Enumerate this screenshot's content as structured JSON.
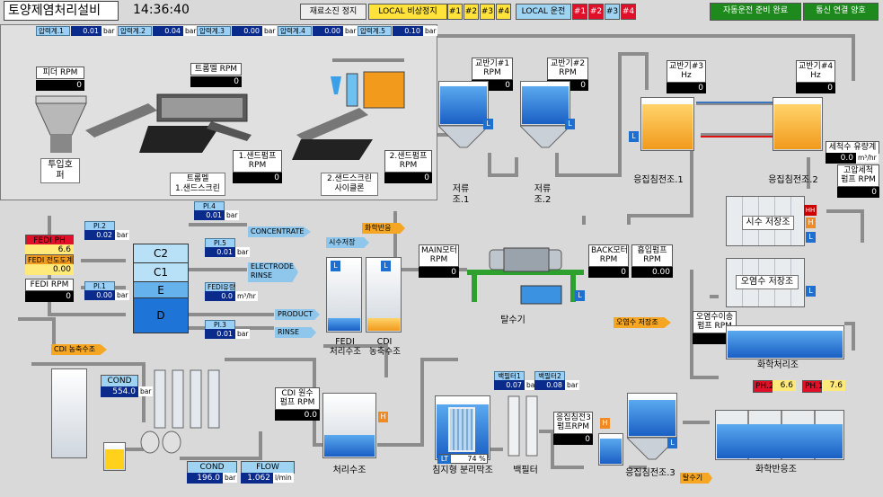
{
  "header": {
    "title": "토양제염처리설비",
    "time": "14:36:40",
    "material_stop": "재료소진 정지",
    "local_emergency": "LOCAL 비상정지",
    "emergency_nums": [
      "#1",
      "#2",
      "#3",
      "#4"
    ],
    "local_run": "LOCAL 운전",
    "run_nums": [
      "#1",
      "#2",
      "#3",
      "#4"
    ],
    "auto_ready": "자동운전 준비 완료",
    "comm_ok": "통신 연결 양호"
  },
  "pressures": [
    {
      "label": "압력계.1",
      "value": "0.01",
      "unit": "bar"
    },
    {
      "label": "압력계.2",
      "value": "0.04",
      "unit": "bar"
    },
    {
      "label": "압력계.3",
      "value": "0.00",
      "unit": "bar"
    },
    {
      "label": "압력계.4",
      "value": "0.00",
      "unit": "bar"
    },
    {
      "label": "압력계.5",
      "value": "0.10",
      "unit": "bar"
    }
  ],
  "feed": {
    "feeder_rpm_label": "피더 RPM",
    "feeder_rpm": "0",
    "trommel_rpm_label": "트롬멜 RPM",
    "trommel_rpm": "0",
    "hopper": "투입호퍼",
    "trommel_screen": "트롬멜\n1.샌드스크린",
    "sandpump1_label": "1.샌드펌프\nRPM",
    "sandpump1": "0",
    "sandpump2_label": "2.샌드펌프\nRPM",
    "sandpump2": "0",
    "cyclone": "2.샌드스크린\n사이클론"
  },
  "storage": {
    "agitator1_label": "교반기#1\nRPM",
    "agitator1": "0",
    "agitator2_label": "교반기#2\nRPM",
    "agitator2": "0",
    "tank1": "저류조.1",
    "tank2": "저류조.2",
    "agitator3_label": "교반기#3\nHz",
    "agitator3": "0",
    "agitator4_label": "교반기#4\nHz",
    "agitator4": "0",
    "coag1": "응집침전조.1",
    "coag2": "응집침전조.2"
  },
  "right": {
    "wash_flow_label": "세척수 유량계",
    "wash_flow": "0.0",
    "wash_flow_unit": "m³/hr",
    "hp_pump_label": "고압세척\n펌프 RPM",
    "hp_pump": "0",
    "clean_storage": "시수 저장조",
    "dirty_storage": "오염수 저장조",
    "dirty_pump_label": "오염수이송\n펌프 RPM",
    "dirty_pump": "0",
    "chem_tank": "화학처리조"
  },
  "fedi": {
    "ph_label": "FEDI PH",
    "ph": "6.6",
    "cond_label": "FEDI 전도도계",
    "cond": "0.00",
    "rpm_label": "FEDI RPM",
    "rpm": "0",
    "pi2_label": "PI.2",
    "pi2": "0.02",
    "pi2_unit": "bar",
    "pi1_label": "PI.1",
    "pi1": "0.00",
    "pi1_unit": "bar",
    "pi4_label": "PI.4",
    "pi4": "0.01",
    "pi4_unit": "bar",
    "pi5_label": "PI.5",
    "pi5": "0.01",
    "pi5_unit": "bar",
    "pi3_label": "PI.3",
    "pi3": "0.01",
    "pi3_unit": "bar",
    "flow_label": "FEDI유량",
    "flow": "0.0",
    "flow_unit": "m³/hr",
    "stack": [
      "C2",
      "C1",
      "E",
      "D"
    ],
    "concentrate": "CONCENTRATE",
    "electrode_rinse": "ELECTRODE\nRINSE",
    "product": "PRODUCT",
    "rinse": "RINSE",
    "conc_tank_label": "CDI 농축수조",
    "cond_meter_label": "COND",
    "cond_meter": "554.0",
    "cond_meter_unit": "bar"
  },
  "middle": {
    "chem_tank": "화학반응조",
    "fresh_storage": "시수저장조",
    "fedi_tank": "FEDI\n처리수조",
    "cdi_tank": "CDI\n농축수조",
    "main_motor_label": "MAIN모터\nRPM",
    "main_motor": "0",
    "back_motor_label": "BACK모터\nRPM",
    "back_motor": "0",
    "suction_label": "흡입펌프\nRPM",
    "suction": "0.00",
    "dewater": "탈수기",
    "dirty_storage_tag": "오염수 저장조",
    "cdi_pump_label": "CDI 원수\n펌프 RPM",
    "cdi_pump": "0.0",
    "treat_tank": "처리수조",
    "cond2_label": "COND",
    "cond2": "196.0",
    "cond2_unit": "bar",
    "flow2_label": "FLOW",
    "flow2": "1.062",
    "flow2_unit": "l/min",
    "membrane": "침지형 분리막조",
    "lt_label": "LT",
    "lt_value": "74",
    "lt_unit": "%",
    "bag_filter": "백필터",
    "mp1_label": "백필터1",
    "mp1": "0.07",
    "mp1_unit": "bar",
    "mp2_label": "백필터2",
    "mp2": "0.08",
    "mp2_unit": "bar",
    "coag3_pump_label": "응집침전3\n펌프RPM",
    "coag3_pump": "0",
    "coag3": "응집침전조.3",
    "dewater_tag": "탈수기",
    "reactor": "화학반응조",
    "ph2_label": "PH.2",
    "ph2": "6.6",
    "ph1_label": "PH.1",
    "ph1": "7.6"
  },
  "colors": {
    "blue_water": "#1a5fc4",
    "orange": "#f19a1c",
    "alarm_red": "#e0102a",
    "ok_green": "#1e8a1e"
  }
}
